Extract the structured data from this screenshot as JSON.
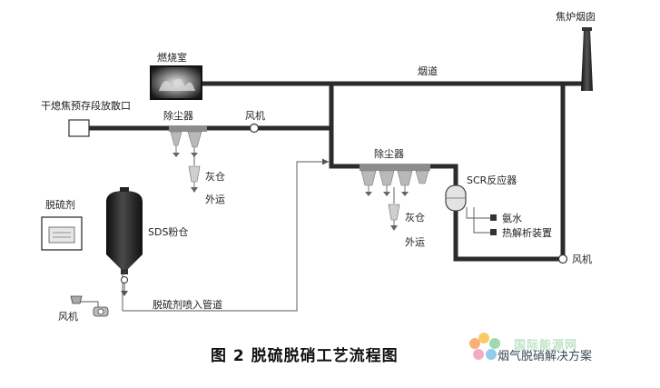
{
  "labels": {
    "combustion_chamber": "燃烧室",
    "coke_oven_chimney": "焦炉烟囱",
    "flue": "烟道",
    "cdq_vent": "干熄焦预存段放散口",
    "dust_collector_1": "除尘器",
    "fan_1": "风机",
    "ash_bin_1": "灰仓",
    "transport_1": "外运",
    "desulfurizer": "脱硫剂",
    "sds_silo": "SDS粉仓",
    "dust_collector_2": "除尘器",
    "scr_reactor": "SCR反应器",
    "ammonia_water": "氨水",
    "pyrolysis_device": "热解析装置",
    "ash_bin_2": "灰仓",
    "transport_2": "外运",
    "fan_2": "风机",
    "fan_3": "风机",
    "injection_pipe": "脱硫剂喷入管道"
  },
  "caption": "图 2  脱硫脱硝工艺流程图",
  "watermark": {
    "line1": "烟气脱硝解决方案",
    "line2": "国际能源网"
  },
  "colors": {
    "pipe": "#2b2b2b",
    "thin_line": "#7a7a7a",
    "hopper": "#b9b9b9",
    "silo": "#1f1f1f"
  }
}
